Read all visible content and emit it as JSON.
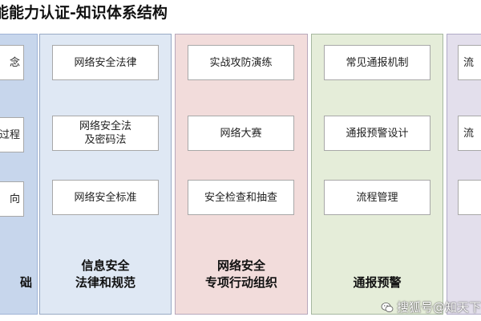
{
  "title": "能能力认证-知识体系结构",
  "columns": {
    "foundation": {
      "label": "础",
      "items": [
        "念",
        "过程",
        "向"
      ]
    },
    "law": {
      "label": "信息安全\n法律和规范",
      "items": [
        "网络安全法律",
        "网络安全法\n及密码法",
        "网络安全标准"
      ]
    },
    "special": {
      "label": "网络安全\n专项行动组织",
      "items": [
        "实战攻防演练",
        "网络大赛",
        "安全检查和抽查"
      ]
    },
    "notify": {
      "label": "通报预警",
      "items": [
        "常见通报机制",
        "通报预警设计",
        "流程管理"
      ]
    },
    "next": {
      "label": "",
      "items": [
        "流",
        "流",
        ""
      ]
    }
  },
  "watermark": {
    "text": "搜狐号@知天下"
  },
  "colors": {
    "foundation": "#c7d6ec",
    "law": "#dfe8f4",
    "special": "#f2dcdb",
    "notify": "#e5edd9",
    "next": "#e3dfec"
  }
}
